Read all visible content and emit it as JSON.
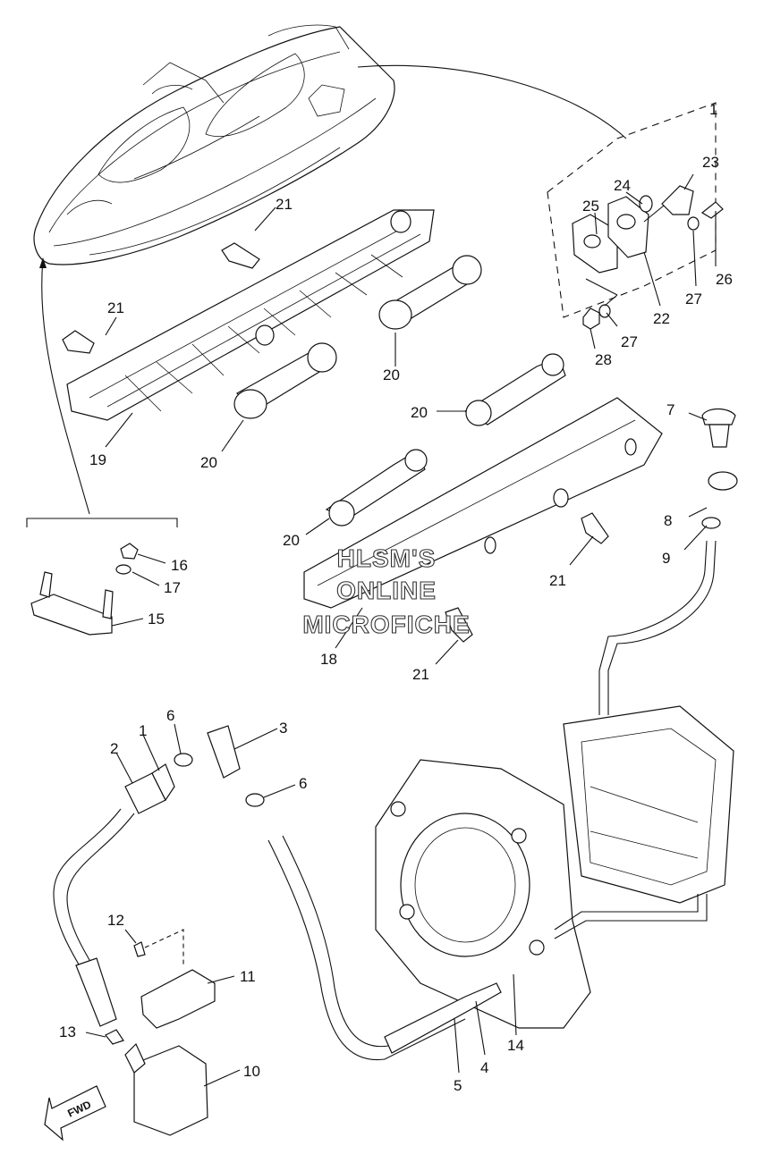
{
  "watermark": {
    "line1": "HLSM'S",
    "line2": "ONLINE",
    "line3": "MICROFICHE"
  },
  "fwd_label": "FWD",
  "detail_box_number": "1",
  "callouts": [
    {
      "id": "c1",
      "text": "1"
    },
    {
      "id": "c2",
      "text": "2"
    },
    {
      "id": "c3",
      "text": "3"
    },
    {
      "id": "c4",
      "text": "4"
    },
    {
      "id": "c5",
      "text": "5"
    },
    {
      "id": "c6a",
      "text": "6"
    },
    {
      "id": "c6b",
      "text": "6"
    },
    {
      "id": "c7",
      "text": "7"
    },
    {
      "id": "c8",
      "text": "8"
    },
    {
      "id": "c9",
      "text": "9"
    },
    {
      "id": "c10",
      "text": "10"
    },
    {
      "id": "c11",
      "text": "11"
    },
    {
      "id": "c12",
      "text": "12"
    },
    {
      "id": "c13",
      "text": "13"
    },
    {
      "id": "c14",
      "text": "14"
    },
    {
      "id": "c15",
      "text": "15"
    },
    {
      "id": "c16",
      "text": "16"
    },
    {
      "id": "c17",
      "text": "17"
    },
    {
      "id": "c18",
      "text": "18"
    },
    {
      "id": "c19",
      "text": "19"
    },
    {
      "id": "c20a",
      "text": "20"
    },
    {
      "id": "c20b",
      "text": "20"
    },
    {
      "id": "c20c",
      "text": "20"
    },
    {
      "id": "c20d",
      "text": "20"
    },
    {
      "id": "c21a",
      "text": "21"
    },
    {
      "id": "c21b",
      "text": "21"
    },
    {
      "id": "c21c",
      "text": "21"
    },
    {
      "id": "c21d",
      "text": "21"
    },
    {
      "id": "c22",
      "text": "22"
    },
    {
      "id": "c23",
      "text": "23"
    },
    {
      "id": "c24",
      "text": "24"
    },
    {
      "id": "c25",
      "text": "25"
    },
    {
      "id": "c26",
      "text": "26"
    },
    {
      "id": "c27a",
      "text": "27"
    },
    {
      "id": "c27b",
      "text": "27"
    },
    {
      "id": "c28",
      "text": "28"
    }
  ]
}
